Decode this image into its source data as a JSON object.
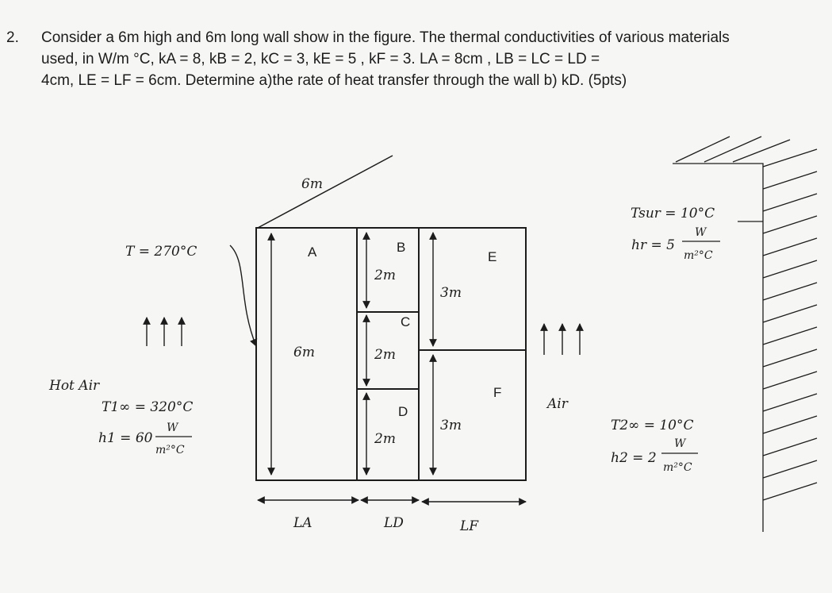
{
  "problem": {
    "number": "2.",
    "line1": "Consider a 6m high and 6m long wall show in the figure. The thermal conductivities of various materials",
    "line2": "used,   in   W/m   °C,   kA = 8, kB = 2, kC = 3, kE = 5 , kF = 3. LA = 8cm , LB = LC = LD =",
    "line3": "4cm, LE = LF = 6cm.  Determine a)the rate of heat transfer through the wall b) kD. (5pts)"
  },
  "figure": {
    "top_width_label": "6m",
    "left_T": "T = 270°C",
    "hot_air": "Hot Air",
    "T1": "T1∞ = 320°C",
    "h1": "h1 = 60",
    "unit_W": "W",
    "unit_m2C": "m²°C",
    "layers": {
      "A": "A",
      "B": "B",
      "C": "C",
      "D": "D",
      "E": "E",
      "F": "F"
    },
    "dims": {
      "A_height": "6m",
      "B_height": "2m",
      "C_height": "2m",
      "D_height": "2m",
      "E_height": "3m",
      "F_height": "3m"
    },
    "bottom": {
      "LA": "LA",
      "LD": "LD",
      "LF": "LF"
    },
    "air": "Air",
    "Tsur": "Tsur = 10°C",
    "hr": "hr = 5",
    "T2": "T2∞ = 10°C",
    "h2": "h2 = 2"
  }
}
